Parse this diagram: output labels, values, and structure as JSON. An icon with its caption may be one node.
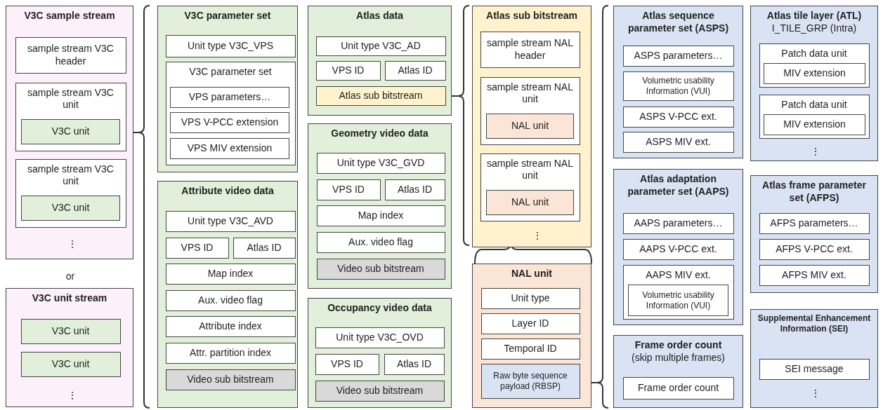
{
  "diagram": {
    "nodes": [
      {
        "text": [
          "V3C sample stream"
        ]
      },
      {
        "text": [
          "sample stream V3C header"
        ],
        "in": 0
      },
      {
        "text": [
          "sample stream V3C unit"
        ],
        "in": 0
      },
      {
        "text": [
          "V3C unit"
        ],
        "in": 2
      },
      {
        "text": [
          "sample stream V3C unit"
        ],
        "in": 0
      },
      {
        "text": [
          "V3C unit"
        ],
        "in": 4
      },
      {
        "text": [
          "V3C unit stream"
        ]
      },
      {
        "text": [
          "V3C unit"
        ],
        "in": 6
      },
      {
        "text": [
          "V3C unit"
        ],
        "in": 6
      },
      {
        "text": [
          "V3C parameter set"
        ]
      },
      {
        "text": [
          "Unit type V3C_VPS"
        ],
        "in": 9
      },
      {
        "text": [
          "V3C parameter set"
        ],
        "in": 9
      },
      {
        "text": [
          "VPS parameters…"
        ],
        "in": 11
      },
      {
        "text": [
          "VPS V-PCC extension"
        ],
        "in": 11
      },
      {
        "text": [
          "VPS MIV extension"
        ],
        "in": 11
      },
      {
        "text": [
          "Attribute video data"
        ]
      },
      {
        "text": [
          "Unit type V3C_AVD"
        ],
        "in": 15
      },
      {
        "text": [
          "VPS ID"
        ],
        "in": 15
      },
      {
        "text": [
          "Atlas ID"
        ],
        "in": 15
      },
      {
        "text": [
          "Map index"
        ],
        "in": 15
      },
      {
        "text": [
          "Aux. video flag"
        ],
        "in": 15
      },
      {
        "text": [
          "Attribute index"
        ],
        "in": 15
      },
      {
        "text": [
          "Attr. partition index"
        ],
        "in": 15
      },
      {
        "text": [
          "Video sub bitstream"
        ],
        "in": 15
      },
      {
        "text": [
          "Atlas data"
        ]
      },
      {
        "text": [
          "Unit type V3C_AD"
        ],
        "in": 24
      },
      {
        "text": [
          "VPS ID"
        ],
        "in": 24
      },
      {
        "text": [
          "Atlas ID"
        ],
        "in": 24
      },
      {
        "text": [
          "Atlas sub bitstream"
        ],
        "in": 24
      },
      {
        "text": [
          "Geometry video data"
        ]
      },
      {
        "text": [
          "Unit type V3C_GVD"
        ],
        "in": 29
      },
      {
        "text": [
          "VPS ID"
        ],
        "in": 29
      },
      {
        "text": [
          "Atlas ID"
        ],
        "in": 29
      },
      {
        "text": [
          "Map index"
        ],
        "in": 29
      },
      {
        "text": [
          "Aux. video flag"
        ],
        "in": 29
      },
      {
        "text": [
          "Video sub bitstream"
        ],
        "in": 29
      },
      {
        "text": [
          "Occupancy video data"
        ]
      },
      {
        "text": [
          "Unit type V3C_OVD"
        ],
        "in": 36
      },
      {
        "text": [
          "VPS ID"
        ],
        "in": 36
      },
      {
        "text": [
          "Atlas ID"
        ],
        "in": 36
      },
      {
        "text": [
          "Video sub bitstream"
        ],
        "in": 36
      },
      {
        "text": [
          "Atlas sub bitstream"
        ]
      },
      {
        "text": [
          "sample stream NAL header"
        ],
        "in": 41
      },
      {
        "text": [
          "sample stream NAL unit"
        ],
        "in": 41
      },
      {
        "text": [
          "NAL unit"
        ],
        "in": 43
      },
      {
        "text": [
          "sample stream NAL unit"
        ],
        "in": 41
      },
      {
        "text": [
          "NAL unit"
        ],
        "in": 45
      },
      {
        "text": [
          "NAL unit"
        ]
      },
      {
        "text": [
          "Unit type"
        ],
        "in": 47
      },
      {
        "text": [
          "Layer ID"
        ],
        "in": 47
      },
      {
        "text": [
          "Temporal ID"
        ],
        "in": 47
      },
      {
        "text": [
          "Raw byte sequence payload (RBSP)"
        ],
        "in": 47
      },
      {
        "text": [
          "Atlas sequence parameter set (ASPS)"
        ]
      },
      {
        "text": [
          "ASPS parameters…"
        ],
        "in": 52
      },
      {
        "text": [
          "Volumetric usability Information (VUI)"
        ],
        "in": 52
      },
      {
        "text": [
          "ASPS V-PCC ext."
        ],
        "in": 52
      },
      {
        "text": [
          "ASPS MIV ext."
        ],
        "in": 52
      },
      {
        "text": [
          "Atlas tile layer (ATL)",
          "I_TILE_GRP (Intra)"
        ]
      },
      {
        "text": [
          "Patch data unit"
        ],
        "in": 57
      },
      {
        "text": [
          "MIV extension"
        ],
        "in": 58
      },
      {
        "text": [
          "Patch data unit"
        ],
        "in": 57
      },
      {
        "text": [
          "MIV extension"
        ],
        "in": 60
      },
      {
        "text": [
          "Atlas adaptation parameter set (AAPS)"
        ]
      },
      {
        "text": [
          "AAPS parameters…"
        ],
        "in": 62
      },
      {
        "text": [
          "AAPS V-PCC ext."
        ],
        "in": 62
      },
      {
        "text": [
          "AAPS MIV ext."
        ],
        "in": 62
      },
      {
        "text": [
          "Volumetric usability Information (VUI)"
        ],
        "in": 65
      },
      {
        "text": [
          "Frame order count",
          "(skip multiple frames)"
        ]
      },
      {
        "text": [
          "Frame order count"
        ],
        "in": 67
      },
      {
        "text": [
          "Atlas frame parameter set (AFPS)"
        ]
      },
      {
        "text": [
          "AFPS parameters…"
        ],
        "in": 69
      },
      {
        "text": [
          "AFPS V-PCC ext."
        ],
        "in": 69
      },
      {
        "text": [
          "AFPS MIV ext."
        ],
        "in": 69
      },
      {
        "text": [
          "Supplemental Enhancement Information (SEI)"
        ]
      },
      {
        "text": [
          "SEI message"
        ],
        "in": 73
      }
    ],
    "labels": [
      "⋮",
      "or",
      "⋮",
      "⋮",
      "⋮",
      "⋮"
    ]
  }
}
